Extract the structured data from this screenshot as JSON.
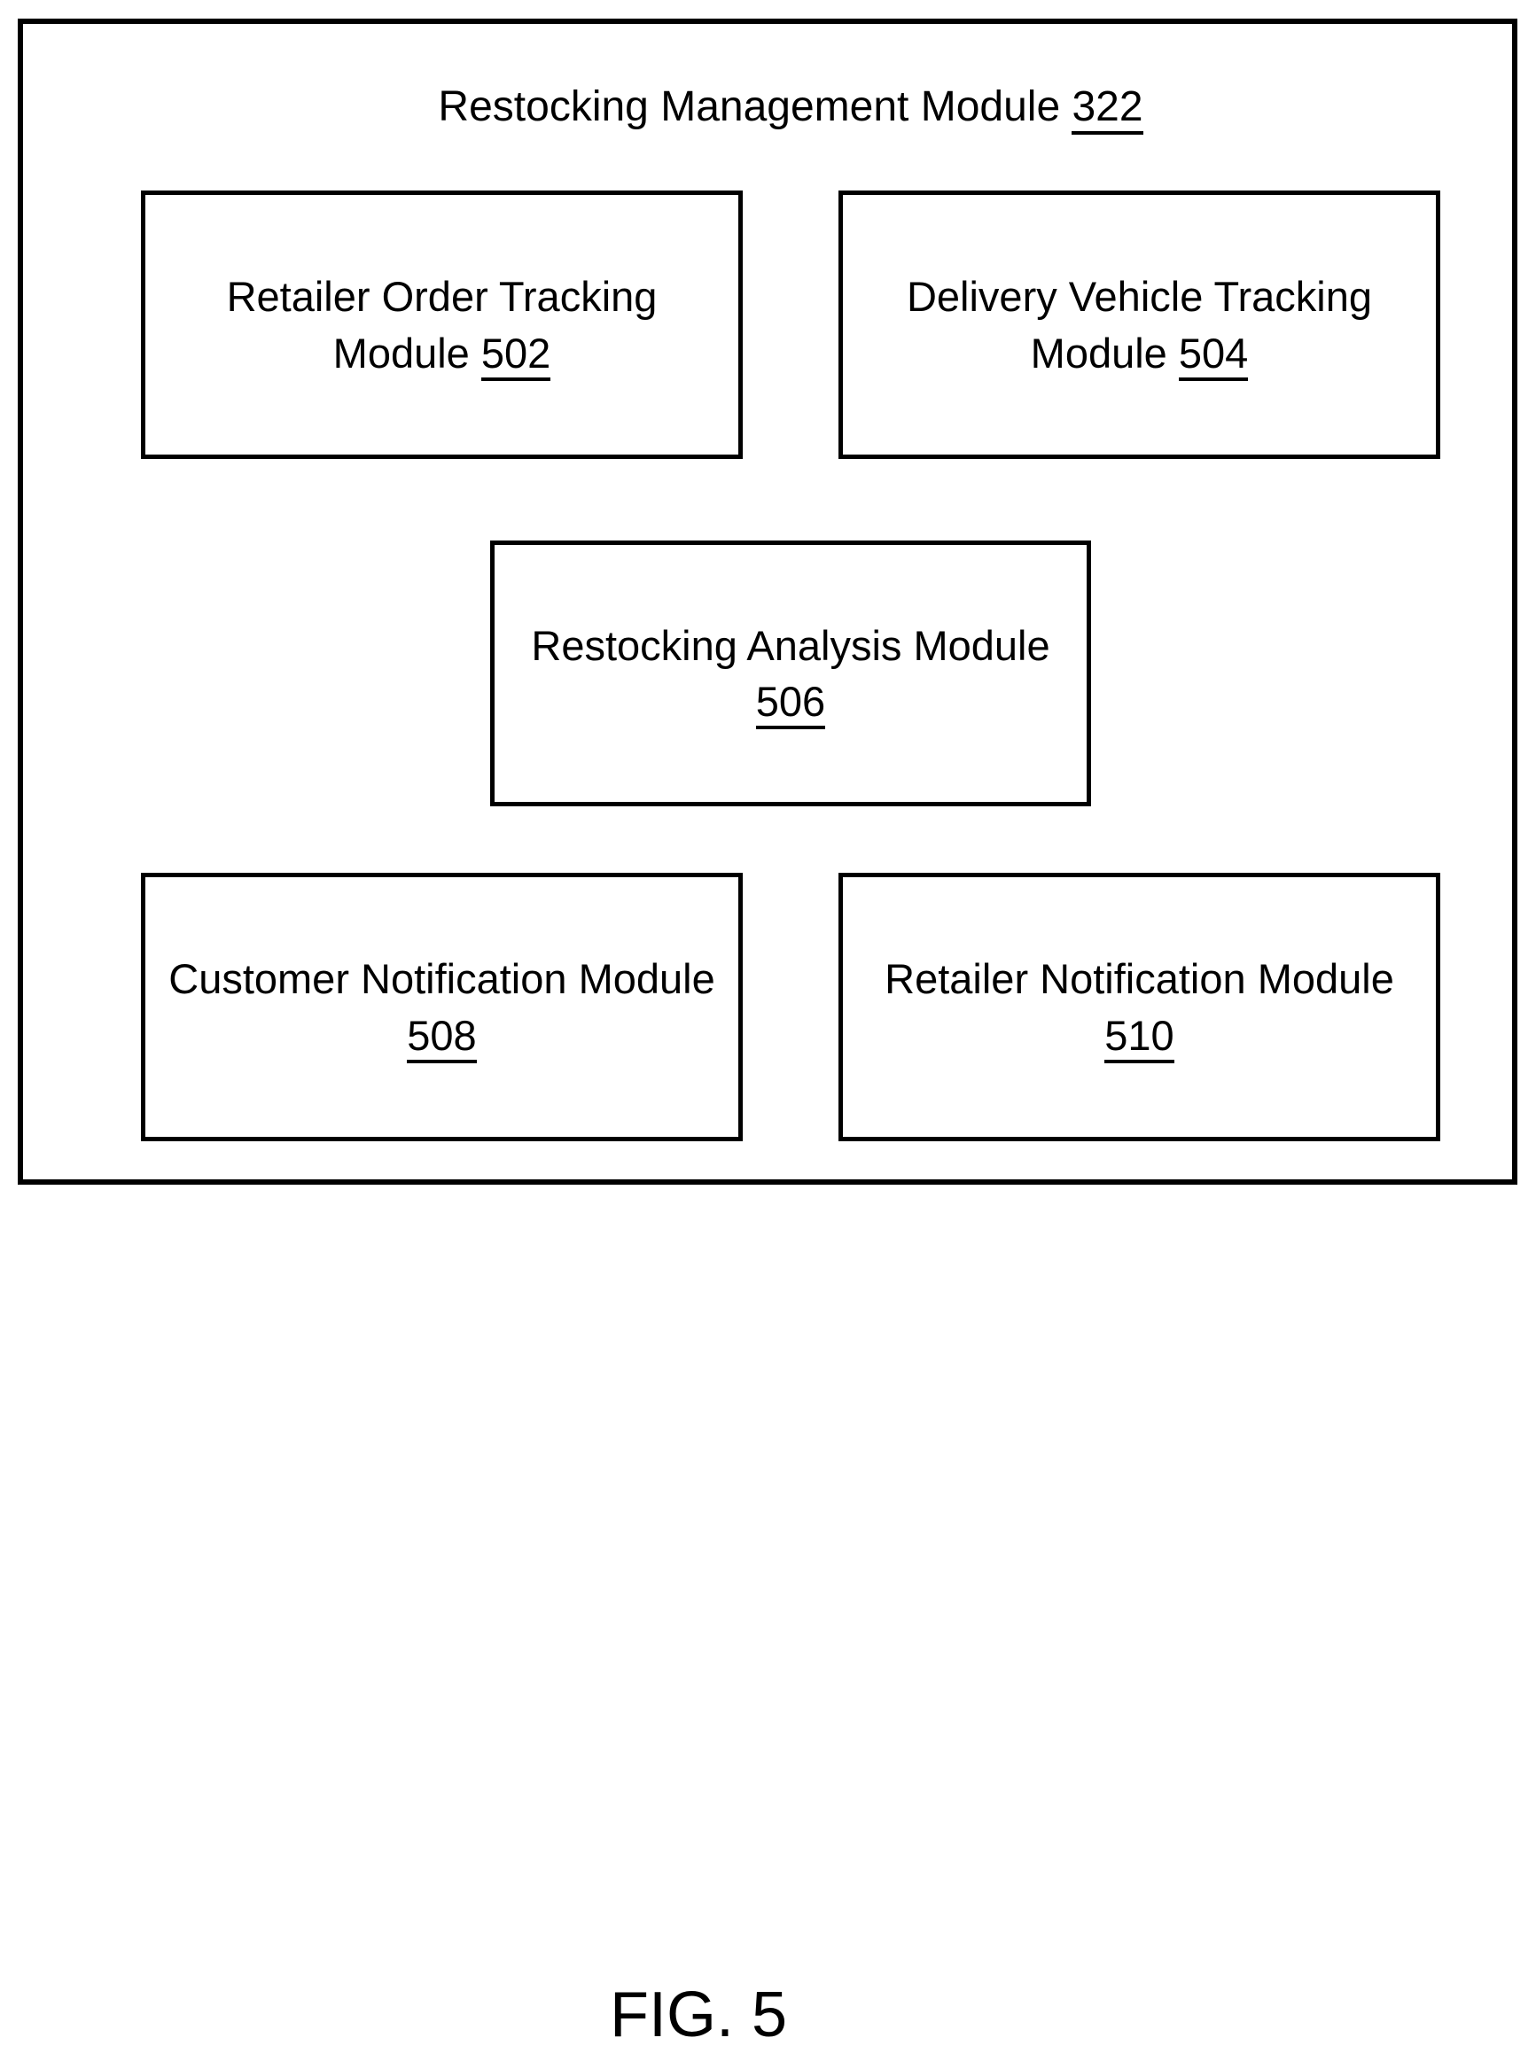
{
  "diagram": {
    "title": {
      "text": "Restocking Management Module ",
      "ref": "322"
    },
    "modules": [
      {
        "line1": "Retailer Order Tracking",
        "line2_prefix": "Module ",
        "ref": "502"
      },
      {
        "line1": "Delivery Vehicle Tracking",
        "line2_prefix": "Module ",
        "ref": "504"
      },
      {
        "line1": "Restocking Analysis Module",
        "line2_prefix": "",
        "ref": "506"
      },
      {
        "line1": "Customer Notification Module",
        "line2_prefix": "",
        "ref": "508"
      },
      {
        "line1": "Retailer Notification Module",
        "line2_prefix": "",
        "ref": "510"
      }
    ],
    "figure_label": "FIG. 5"
  }
}
